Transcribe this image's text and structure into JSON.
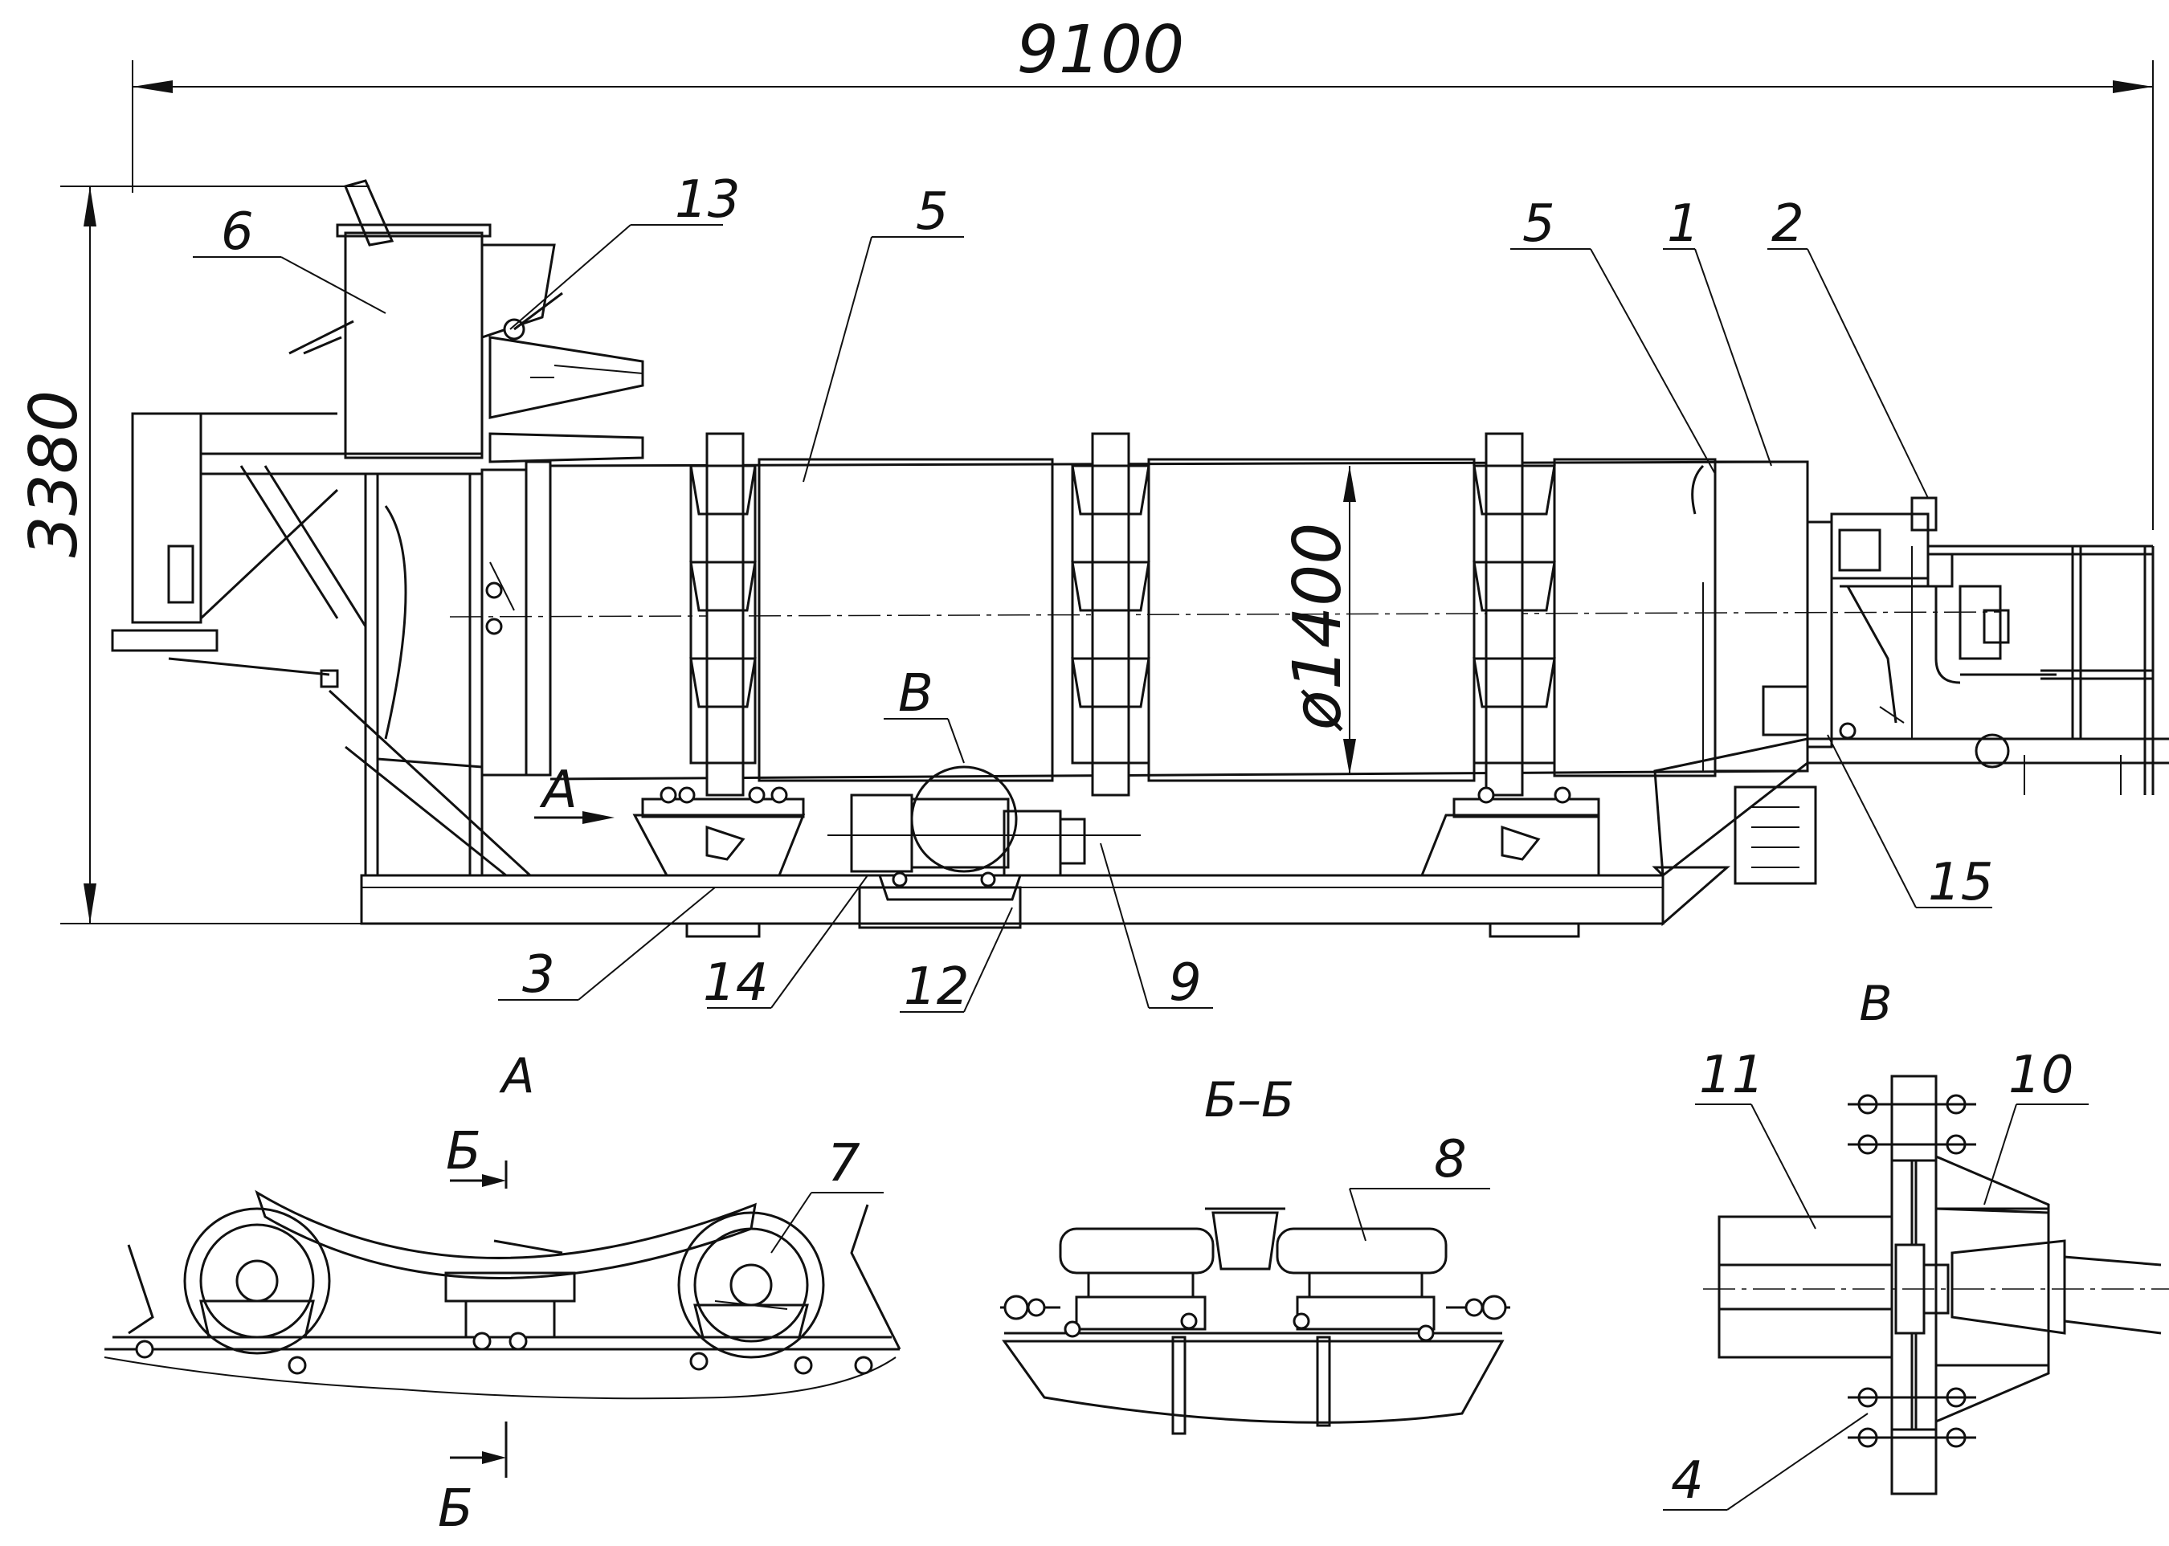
{
  "drawing": {
    "dimensions": {
      "overall_length": "9100",
      "overall_height": "3380",
      "drum_diameter": "ø1400"
    },
    "callouts": {
      "c1": "1",
      "c2": "2",
      "c3": "3",
      "c4": "4",
      "c5a": "5",
      "c5b": "5",
      "c6": "6",
      "c7": "7",
      "c8": "8",
      "c9": "9",
      "c10": "10",
      "c11": "11",
      "c12": "12",
      "c13": "13",
      "c14": "14",
      "c15": "15"
    },
    "view_marks": {
      "arrow_a": "А",
      "callout_v": "В",
      "section_b_top": "Б",
      "section_b_bottom": "Б"
    },
    "view_titles": {
      "view_a": "А",
      "section_bb": "Б–Б",
      "view_v": "В"
    }
  }
}
